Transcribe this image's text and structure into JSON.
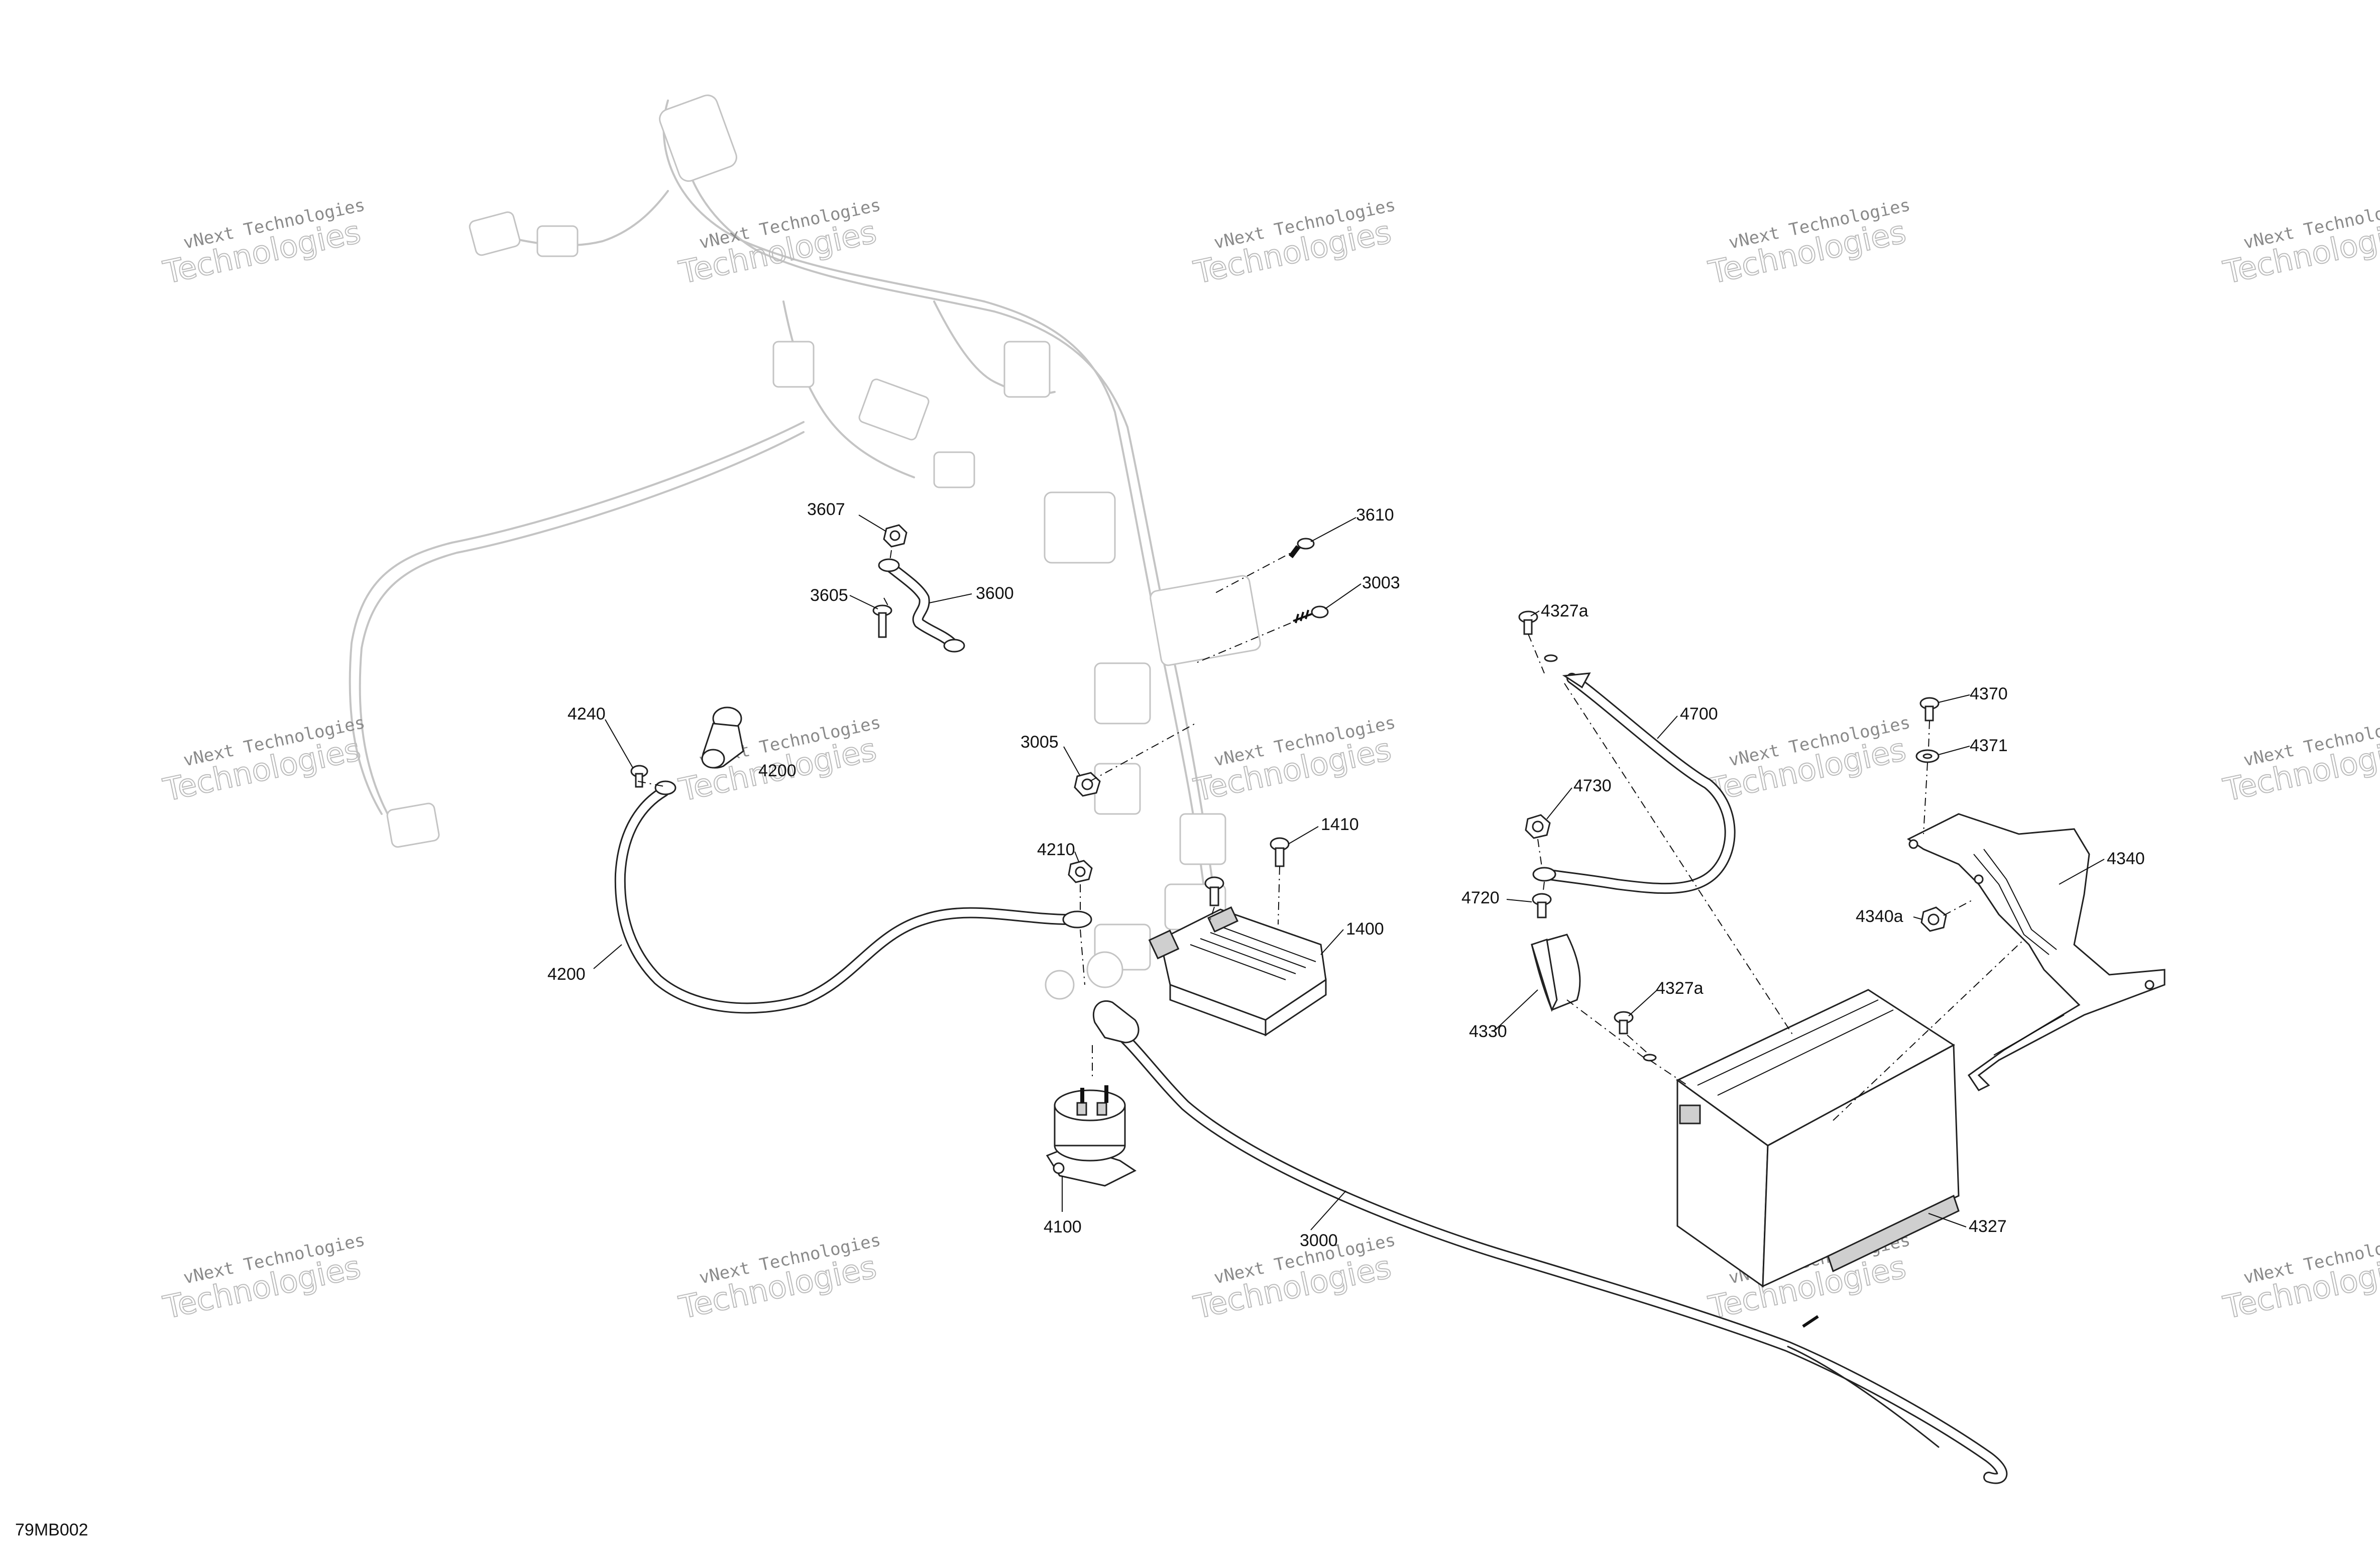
{
  "figure_code": "79MB002",
  "watermark": {
    "line1": "vNext Technologies",
    "line2": "Technologies"
  },
  "callouts": {
    "c3607": "3607",
    "c3610": "3610",
    "c3605": "3605",
    "c3600": "3600",
    "c3003": "3003",
    "c4327a_top": "4327a",
    "c4240": "4240",
    "c4200_top": "4200",
    "c3005": "3005",
    "c4700": "4700",
    "c4370": "4370",
    "c4371": "4371",
    "c4730": "4730",
    "c1410": "1410",
    "c4210": "4210",
    "c4340": "4340",
    "c4720": "4720",
    "c4340a": "4340a",
    "c1400": "1400",
    "c4200": "4200",
    "c4327a_bottom": "4327a",
    "c4330": "4330",
    "c4100": "4100",
    "c3000": "3000",
    "c4327": "4327"
  }
}
